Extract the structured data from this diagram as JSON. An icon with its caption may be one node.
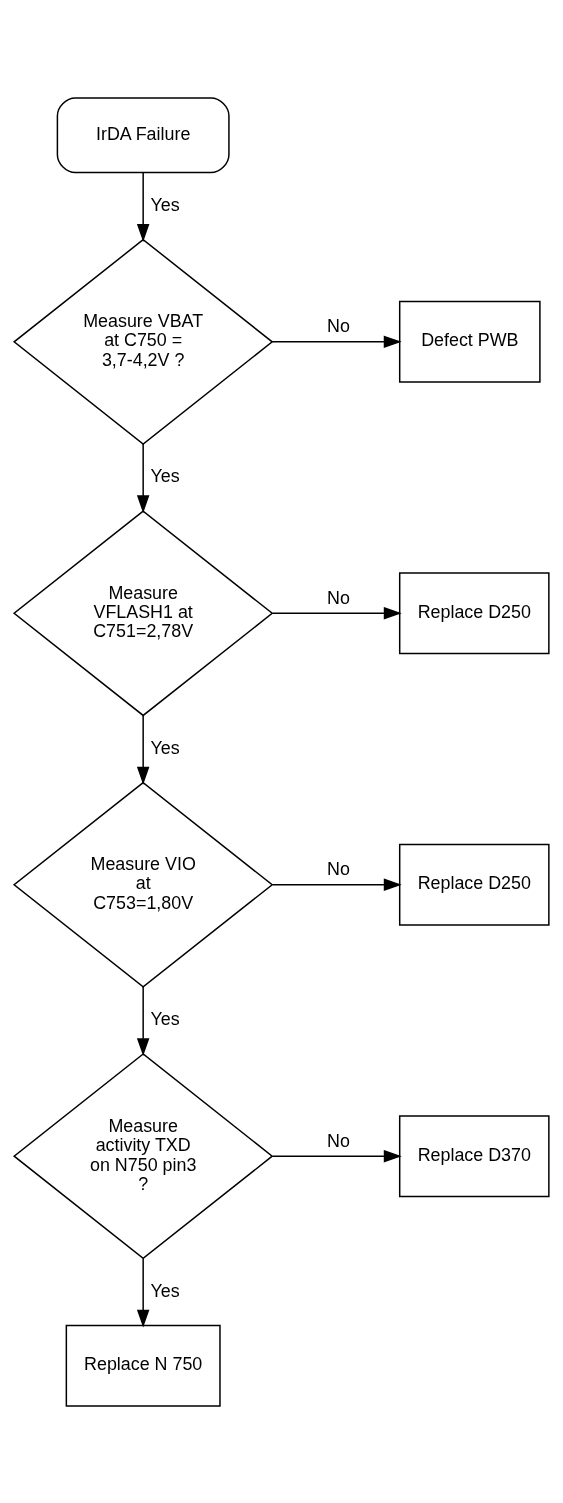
{
  "diagram": {
    "nodes": [
      {
        "text": [
          "IrDA Failure"
        ]
      },
      {
        "text": [
          "Measure VBAT at C750 = 3,7-4,2V ?"
        ]
      },
      {
        "text": [
          "Defect PWB"
        ]
      },
      {
        "text": [
          "Measure VFLASH1 at C751=2,78V"
        ]
      },
      {
        "text": [
          "Replace D250"
        ]
      },
      {
        "text": [
          "Measure VIO at C753=1,80V"
        ]
      },
      {
        "text": [
          "Replace D250"
        ]
      },
      {
        "text": [
          "Measure activity TXD on N750 pin3 ?"
        ]
      },
      {
        "text": [
          "Replace D370"
        ]
      },
      {
        "text": [
          "Replace N 750"
        ]
      }
    ],
    "edges": [
      {
        "from": 0,
        "to": 1,
        "arrow": "to",
        "label": "Yes"
      },
      {
        "from": 1,
        "to": 2,
        "arrow": "to",
        "label": "No"
      },
      {
        "from": 1,
        "to": 3,
        "arrow": "to",
        "label": "Yes"
      },
      {
        "from": 3,
        "to": 4,
        "arrow": "to",
        "label": "No"
      },
      {
        "from": 3,
        "to": 5,
        "arrow": "to",
        "label": "Yes"
      },
      {
        "from": 5,
        "to": 6,
        "arrow": "to",
        "label": "No"
      },
      {
        "from": 5,
        "to": 7,
        "arrow": "to",
        "label": "Yes"
      },
      {
        "from": 7,
        "to": 8,
        "arrow": "to",
        "label": "No"
      },
      {
        "from": 7,
        "to": 9,
        "arrow": "to",
        "label": "Yes"
      }
    ]
  }
}
